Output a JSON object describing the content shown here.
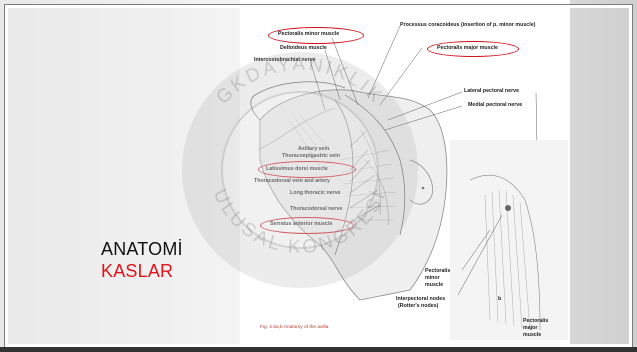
{
  "slide": {
    "title_line1": "ANATOMİ",
    "title_line2": "KASLAR"
  },
  "figure": {
    "labels": {
      "pectoralis_minor_muscle": "Pectoralis minor muscle",
      "deltoideus_muscle": "Deltoideus muscle",
      "intercostobrachial_nerve": "Intercostobrachial nerve",
      "processus_coracoideus": "Processus coracoideus (insertion of p. minor muscle)",
      "pectoralis_major_muscle": "Pectoralis major muscle",
      "lateral_pectoral_nerve": "Lateral pectoral nerve",
      "medial_pectoral_nerve": "Medial pectoral nerve",
      "axillary_vein": "Axillary vein",
      "thoracoepigastric_vein": "Thoracoepigastric vein",
      "latissimus_dorsi_muscle": "Latissimus dorsi muscle",
      "thoracodorsal_vein_artery": "Thoracodorsal vein and artery",
      "long_thoracic_nerve": "Long thoracic nerve",
      "thoracodorsal_nerve": "Thoracodorsal nerve",
      "serratus_anterior_muscle": "Serratus anterior muscle",
      "pectoralis_minor_1": "Pectoralis",
      "pectoralis_minor_2": "minor",
      "pectoralis_minor_3": "muscle",
      "interpectoral_nodes_1": "Interpectoral nodes",
      "interpectoral_nodes_2": "(Rotter's nodes)",
      "pectoralis_major_1": "Pectoralis",
      "pectoralis_major_2": "major",
      "pectoralis_major_3": "muscle",
      "inset_letter_b": "b",
      "caption": "Fig. 2.5a,b Anatomy of the axilla"
    },
    "highlight_color": "#d0101a"
  },
  "watermark": {
    "text_top": "GKDAYANIKLIK",
    "text_bottom": "ULUSAL KONGRESİ"
  },
  "colors": {
    "title_black": "#111111",
    "title_red": "#e0141b"
  }
}
